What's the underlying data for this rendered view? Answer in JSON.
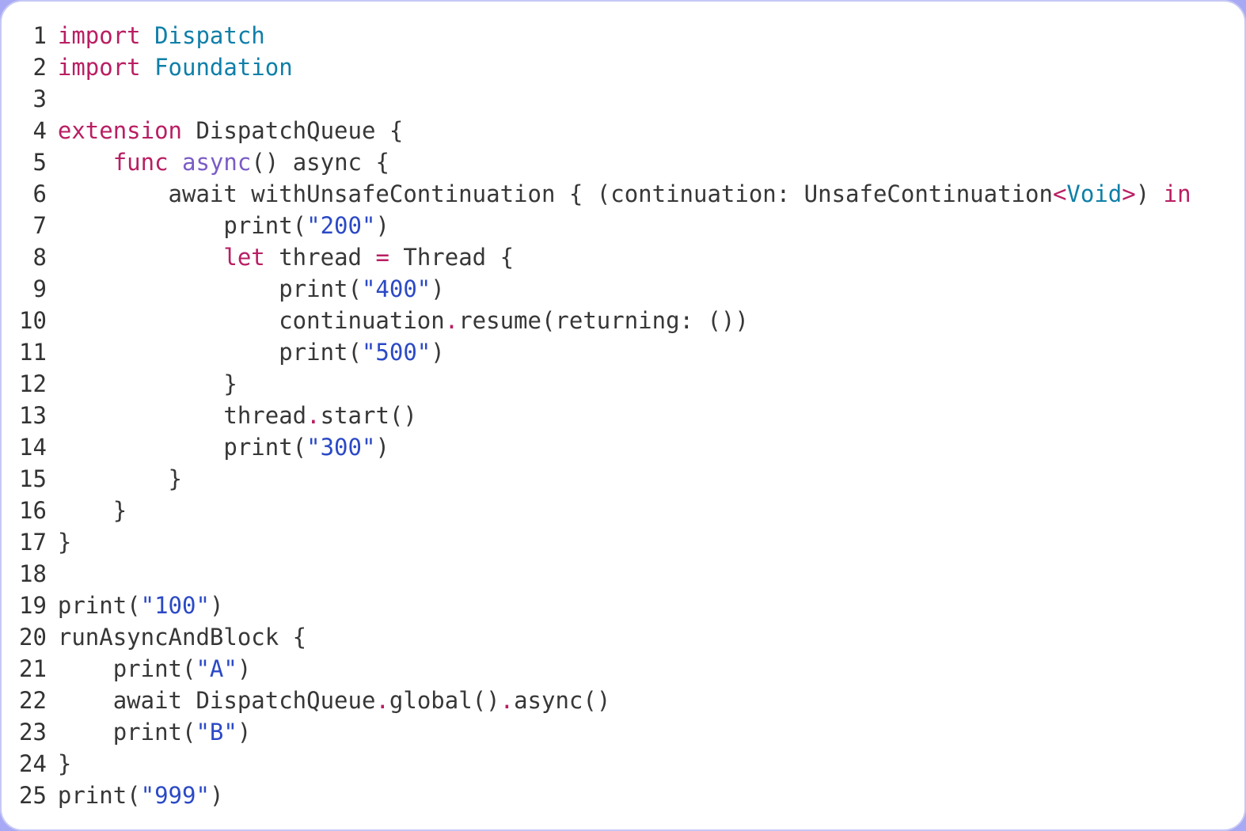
{
  "language": "swift",
  "colors": {
    "background": "#a7a9f4",
    "card": "#ffffff",
    "card_border": "#c6c8f5",
    "keyword": "#b91e63",
    "type": "#0f7fa8",
    "function": "#7a5cc5",
    "string": "#2b49c6",
    "plain": "#373737",
    "line_number": "#333333"
  },
  "code": {
    "lines": [
      {
        "num": "1",
        "tokens": [
          {
            "t": "import",
            "c": "kw"
          },
          {
            "t": " ",
            "c": "plain"
          },
          {
            "t": "Dispatch",
            "c": "type"
          }
        ]
      },
      {
        "num": "2",
        "tokens": [
          {
            "t": "import",
            "c": "kw"
          },
          {
            "t": " ",
            "c": "plain"
          },
          {
            "t": "Foundation",
            "c": "type"
          }
        ]
      },
      {
        "num": "3",
        "tokens": []
      },
      {
        "num": "4",
        "tokens": [
          {
            "t": "extension",
            "c": "kw"
          },
          {
            "t": " DispatchQueue {",
            "c": "plain"
          }
        ]
      },
      {
        "num": "5",
        "tokens": [
          {
            "t": "    ",
            "c": "plain"
          },
          {
            "t": "func",
            "c": "kw"
          },
          {
            "t": " ",
            "c": "plain"
          },
          {
            "t": "async",
            "c": "fn"
          },
          {
            "t": "() async {",
            "c": "plain"
          }
        ]
      },
      {
        "num": "6",
        "tokens": [
          {
            "t": "        await withUnsafeContinuation { (continuation: UnsafeContinuation",
            "c": "plain"
          },
          {
            "t": "<",
            "c": "kw"
          },
          {
            "t": "Void",
            "c": "type"
          },
          {
            "t": ">",
            "c": "kw"
          },
          {
            "t": ") ",
            "c": "plain"
          },
          {
            "t": "in",
            "c": "kw"
          }
        ]
      },
      {
        "num": "7",
        "tokens": [
          {
            "t": "            print(",
            "c": "plain"
          },
          {
            "t": "\"200\"",
            "c": "str"
          },
          {
            "t": ")",
            "c": "plain"
          }
        ]
      },
      {
        "num": "8",
        "tokens": [
          {
            "t": "            ",
            "c": "plain"
          },
          {
            "t": "let",
            "c": "kw"
          },
          {
            "t": " thread ",
            "c": "plain"
          },
          {
            "t": "=",
            "c": "kw"
          },
          {
            "t": " Thread {",
            "c": "plain"
          }
        ]
      },
      {
        "num": "9",
        "tokens": [
          {
            "t": "                print(",
            "c": "plain"
          },
          {
            "t": "\"400\"",
            "c": "str"
          },
          {
            "t": ")",
            "c": "plain"
          }
        ]
      },
      {
        "num": "10",
        "tokens": [
          {
            "t": "                continuation",
            "c": "plain"
          },
          {
            "t": ".",
            "c": "kw"
          },
          {
            "t": "resume(returning: ())",
            "c": "plain"
          }
        ]
      },
      {
        "num": "11",
        "tokens": [
          {
            "t": "                print(",
            "c": "plain"
          },
          {
            "t": "\"500\"",
            "c": "str"
          },
          {
            "t": ")",
            "c": "plain"
          }
        ]
      },
      {
        "num": "12",
        "tokens": [
          {
            "t": "            }",
            "c": "plain"
          }
        ]
      },
      {
        "num": "13",
        "tokens": [
          {
            "t": "            thread",
            "c": "plain"
          },
          {
            "t": ".",
            "c": "kw"
          },
          {
            "t": "start()",
            "c": "plain"
          }
        ]
      },
      {
        "num": "14",
        "tokens": [
          {
            "t": "            print(",
            "c": "plain"
          },
          {
            "t": "\"300\"",
            "c": "str"
          },
          {
            "t": ")",
            "c": "plain"
          }
        ]
      },
      {
        "num": "15",
        "tokens": [
          {
            "t": "        }",
            "c": "plain"
          }
        ]
      },
      {
        "num": "16",
        "tokens": [
          {
            "t": "    }",
            "c": "plain"
          }
        ]
      },
      {
        "num": "17",
        "tokens": [
          {
            "t": "}",
            "c": "plain"
          }
        ]
      },
      {
        "num": "18",
        "tokens": []
      },
      {
        "num": "19",
        "tokens": [
          {
            "t": "print(",
            "c": "plain"
          },
          {
            "t": "\"100\"",
            "c": "str"
          },
          {
            "t": ")",
            "c": "plain"
          }
        ]
      },
      {
        "num": "20",
        "tokens": [
          {
            "t": "runAsyncAndBlock {",
            "c": "plain"
          }
        ]
      },
      {
        "num": "21",
        "tokens": [
          {
            "t": "    print(",
            "c": "plain"
          },
          {
            "t": "\"A\"",
            "c": "str"
          },
          {
            "t": ")",
            "c": "plain"
          }
        ]
      },
      {
        "num": "22",
        "tokens": [
          {
            "t": "    await DispatchQueue",
            "c": "plain"
          },
          {
            "t": ".",
            "c": "kw"
          },
          {
            "t": "global()",
            "c": "plain"
          },
          {
            "t": ".",
            "c": "kw"
          },
          {
            "t": "async()",
            "c": "plain"
          }
        ]
      },
      {
        "num": "23",
        "tokens": [
          {
            "t": "    print(",
            "c": "plain"
          },
          {
            "t": "\"B\"",
            "c": "str"
          },
          {
            "t": ")",
            "c": "plain"
          }
        ]
      },
      {
        "num": "24",
        "tokens": [
          {
            "t": "}",
            "c": "plain"
          }
        ]
      },
      {
        "num": "25",
        "tokens": [
          {
            "t": "print(",
            "c": "plain"
          },
          {
            "t": "\"999\"",
            "c": "str"
          },
          {
            "t": ")",
            "c": "plain"
          }
        ]
      }
    ]
  }
}
